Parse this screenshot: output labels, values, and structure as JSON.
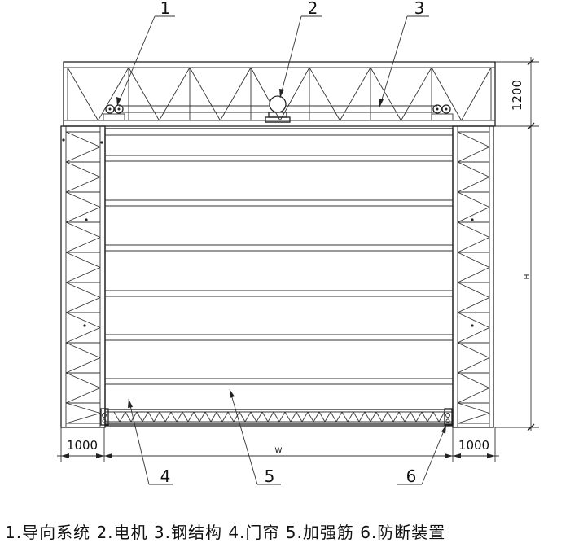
{
  "callouts": {
    "c1": "1",
    "c2": "2",
    "c3": "3",
    "c4": "4",
    "c5": "5",
    "c6": "6"
  },
  "dimensions": {
    "top_height": "1200",
    "door_height": "H",
    "left_width": "1000",
    "door_width": "W",
    "right_width": "1000"
  },
  "legend": "1.导向系统 2.电机 3.钢结构 4.门帘 5.加强筋 6.防断装置"
}
